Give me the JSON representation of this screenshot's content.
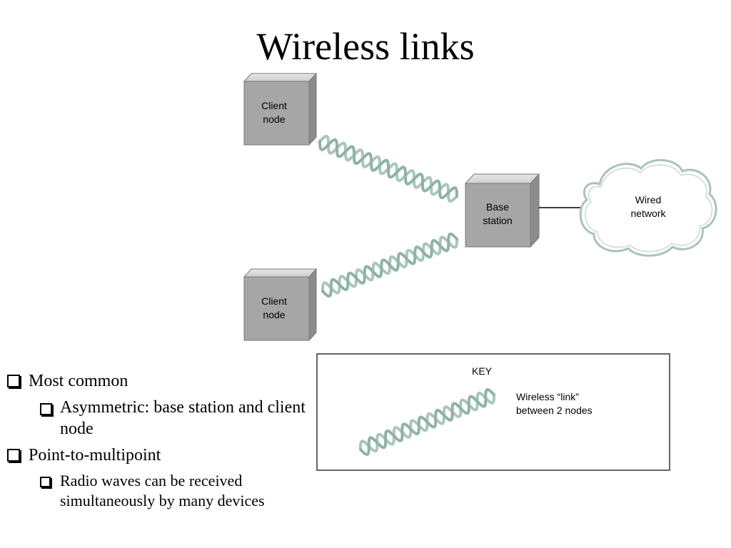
{
  "slide": {
    "title": "Wireless links"
  },
  "diagram": {
    "client_node_top": [
      "Client",
      "node"
    ],
    "client_node_bottom": [
      "Client",
      "node"
    ],
    "base_station": [
      "Base",
      "station"
    ],
    "wired_network": [
      "Wired",
      "network"
    ],
    "key_title": "KEY",
    "key_desc": [
      "Wireless “link”",
      "between 2 nodes"
    ],
    "colors": {
      "node_fill": "#a6a6a6",
      "wave": "#8fb3a6",
      "line": "#000000"
    }
  },
  "bullets": [
    {
      "text": "Most common",
      "sub": [
        {
          "text": "Asymmetric: base station and client node"
        }
      ]
    },
    {
      "text": "Point-to-multipoint",
      "sub": [
        {
          "text": "Radio waves can be received simultaneously by many devices"
        }
      ]
    }
  ]
}
